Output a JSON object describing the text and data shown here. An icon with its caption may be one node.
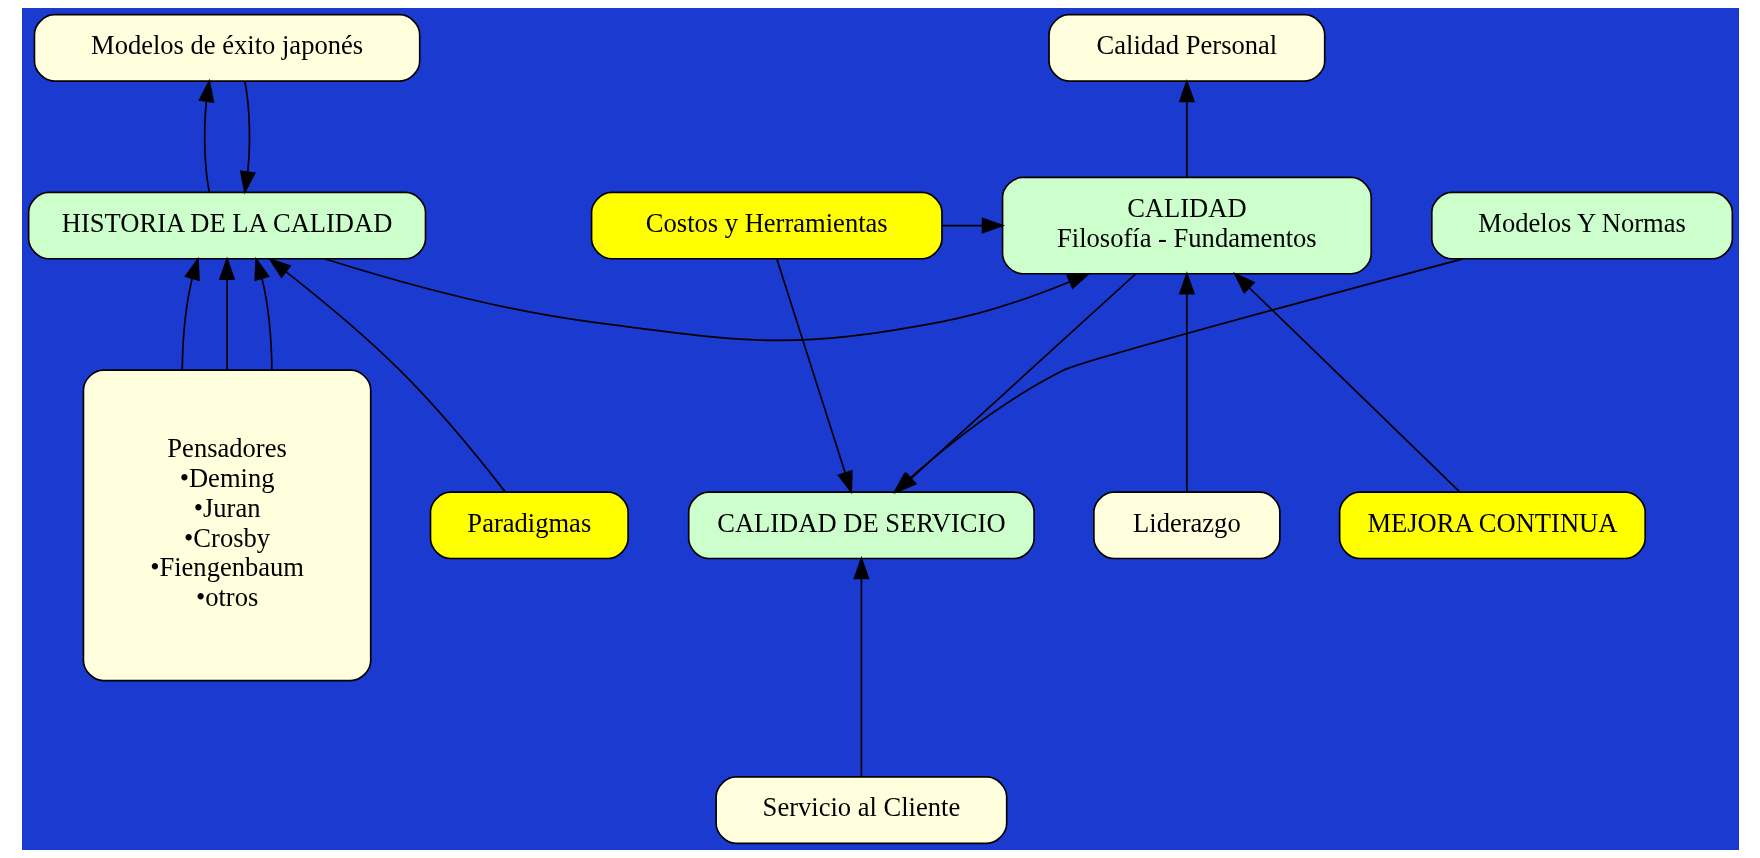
{
  "diagram": {
    "nodes": [
      {
        "text": [
          "Modelos de éxito japonés"
        ]
      },
      {
        "text": [
          "Calidad Personal"
        ]
      },
      {
        "text": [
          "HISTORIA DE LA CALIDAD"
        ]
      },
      {
        "text": [
          "CALIDAD",
          "Filosofía - Fundamentos"
        ]
      },
      {
        "text": [
          "Costos y Herramientas"
        ]
      },
      {
        "text": [
          "Modelos Y Normas"
        ]
      },
      {
        "text": [
          "Pensadores",
          "•Deming",
          "•Juran",
          "•Crosby",
          "•Fiengenbaum",
          "•otros"
        ]
      },
      {
        "text": [
          "Paradigmas"
        ]
      },
      {
        "text": [
          "Liderazgo"
        ]
      },
      {
        "text": [
          "MEJORA CONTINUA"
        ]
      },
      {
        "text": [
          "CALIDAD DE SERVICIO"
        ]
      },
      {
        "text": [
          "Servicio al Cliente"
        ]
      }
    ],
    "edges": [
      {
        "from": 2,
        "to": 0,
        "arrow": "to"
      },
      {
        "from": 0,
        "to": 2,
        "arrow": "to"
      },
      {
        "from": 2,
        "to": 3,
        "arrow": "to"
      },
      {
        "from": 3,
        "to": 1,
        "arrow": "to"
      },
      {
        "from": 4,
        "to": 3,
        "arrow": "to"
      },
      {
        "from": 6,
        "to": 2,
        "arrow": "to"
      },
      {
        "from": 6,
        "to": 2,
        "arrow": "to"
      },
      {
        "from": 6,
        "to": 2,
        "arrow": "to"
      },
      {
        "from": 7,
        "to": 2,
        "arrow": "to"
      },
      {
        "from": 8,
        "to": 3,
        "arrow": "to"
      },
      {
        "from": 9,
        "to": 3,
        "arrow": "to"
      },
      {
        "from": 3,
        "to": 10,
        "arrow": "to"
      },
      {
        "from": 4,
        "to": 10,
        "arrow": "to"
      },
      {
        "from": 5,
        "to": 10,
        "arrow": "to"
      },
      {
        "from": 11,
        "to": 10,
        "arrow": "to"
      }
    ]
  }
}
